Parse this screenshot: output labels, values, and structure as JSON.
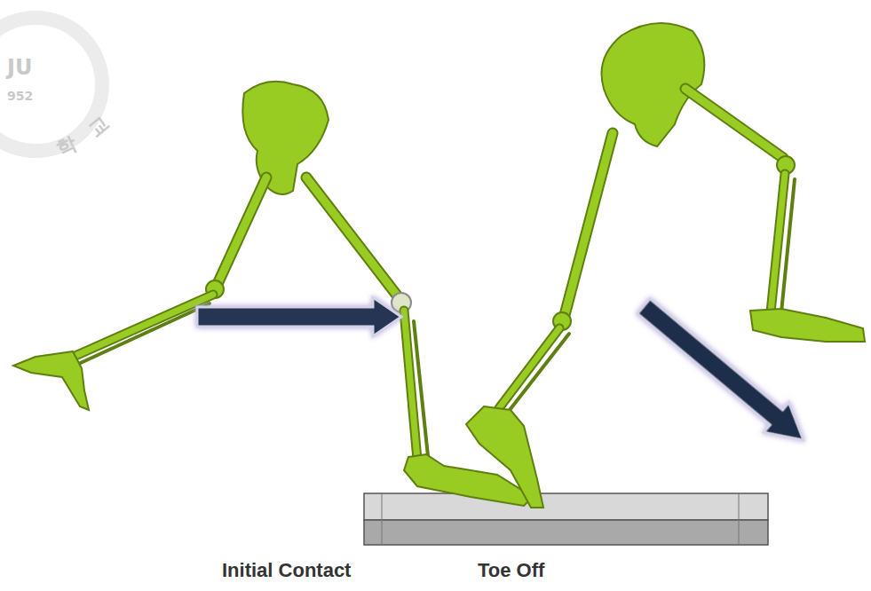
{
  "diagram": {
    "labels": [
      "Initial Contact",
      "Toe Off",
      "JU",
      "952",
      "학",
      "교"
    ]
  }
}
